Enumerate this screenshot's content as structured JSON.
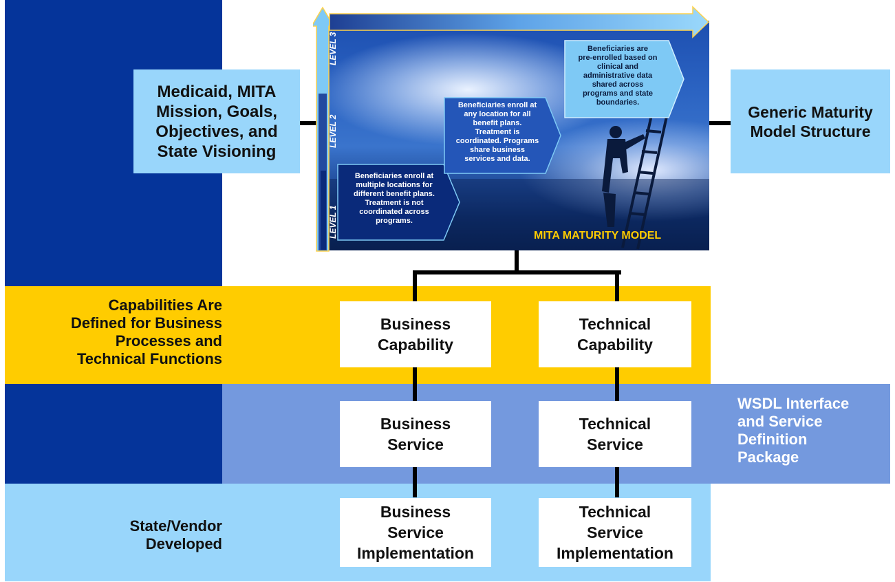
{
  "left_box": {
    "lines": [
      "Medicaid, MITA",
      "Mission, Goals,",
      "Objectives, and",
      "State Visioning"
    ]
  },
  "right_box": {
    "lines": [
      "Generic Maturity",
      "Model Structure"
    ]
  },
  "maturity_model": {
    "title": "MITA MATURITY MODEL",
    "levels": [
      "LEVEL 1",
      "LEVEL 2",
      "LEVEL 3"
    ],
    "callouts": [
      {
        "lines": [
          "Beneficiaries enroll at",
          "multiple locations for",
          "different benefit plans.",
          "Treatment is not",
          "coordinated across",
          "programs."
        ]
      },
      {
        "lines": [
          "Beneficiaries enroll at",
          "any location for all",
          "benefit plans.",
          "Treatment is",
          "coordinated. Programs",
          "share business",
          "services and data."
        ]
      },
      {
        "lines": [
          "Beneficiaries are",
          "pre-enrolled based on",
          "clinical and",
          "administrative data",
          "shared across",
          "programs and state",
          "boundaries."
        ]
      }
    ]
  },
  "rows": {
    "capabilities": {
      "lines": [
        "Capabilities Are",
        "Defined for Business",
        "Processes and",
        "Technical Functions"
      ]
    },
    "wsdl": {
      "lines": [
        "WSDL Interface",
        "and Service",
        "Definition",
        "Package"
      ]
    },
    "state_vendor": {
      "lines": [
        "State/Vendor",
        "Developed"
      ]
    }
  },
  "boxes": {
    "business_capability": [
      "Business",
      "Capability"
    ],
    "technical_capability": [
      "Technical",
      "Capability"
    ],
    "business_service": [
      "Business",
      "Service"
    ],
    "technical_service": [
      "Technical",
      "Service"
    ],
    "business_impl": [
      "Business",
      "Service",
      "Implementation"
    ],
    "technical_impl": [
      "Technical",
      "Service",
      "Implementation"
    ]
  },
  "colors": {
    "navy": "#05349a",
    "yellow": "#ffcc00",
    "periwinkle": "#7499de",
    "light_blue": "#99d6fb",
    "title_gold": "#ffcc00"
  }
}
